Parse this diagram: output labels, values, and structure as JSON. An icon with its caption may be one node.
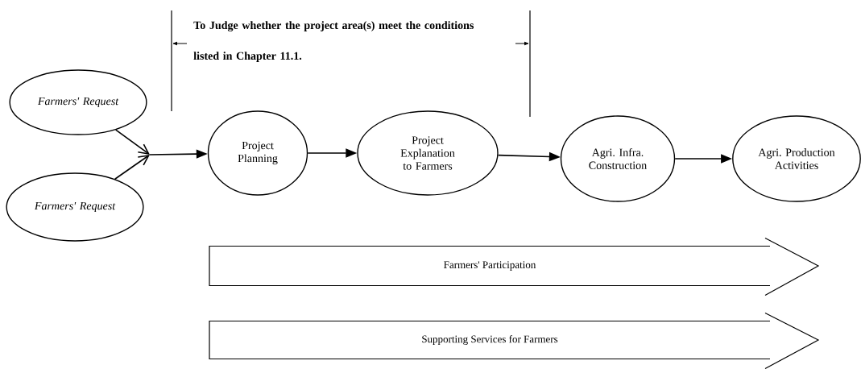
{
  "diagram": {
    "nodes": [
      {
        "text": [
          "Farmers' Request"
        ]
      },
      {
        "text": [
          "Farmers' Request"
        ]
      },
      {
        "text": [
          "Project Planning"
        ]
      },
      {
        "text": [
          "Project Explanation to Farmers"
        ]
      },
      {
        "text": [
          "Agri. Infra. Construction"
        ]
      },
      {
        "text": [
          "Agri. Production Activities"
        ]
      },
      {
        "text": [
          "Farmers' Participation"
        ]
      },
      {
        "text": [
          "Supporting Services for Farmers"
        ]
      }
    ],
    "edges": [
      {
        "from": 0,
        "to": 2,
        "arrow": "to"
      },
      {
        "from": 1,
        "to": 2,
        "arrow": "to"
      },
      {
        "from": 2,
        "to": 3,
        "arrow": "to"
      },
      {
        "from": 3,
        "to": 4,
        "arrow": "to"
      },
      {
        "from": 4,
        "to": 5,
        "arrow": "to"
      }
    ],
    "labels": [
      "To Judge whether the project area(s) meet the conditions listed in Chapter 11.1."
    ]
  }
}
